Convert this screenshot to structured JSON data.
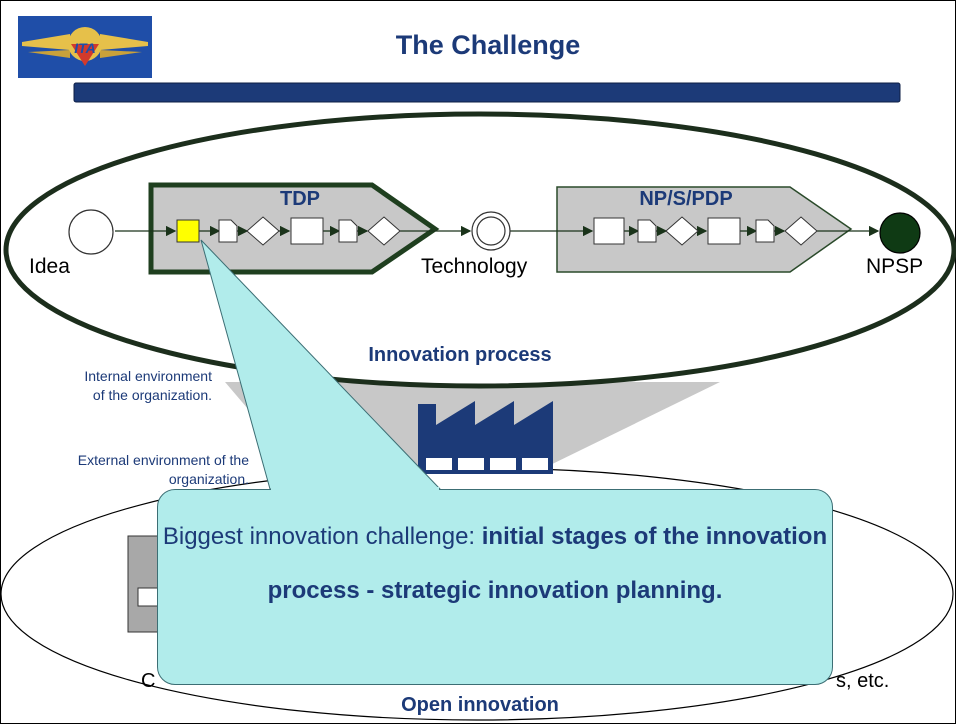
{
  "slide": {
    "title": "The Challenge",
    "logo_icon": "ita-winged-emblem-icon"
  },
  "process": {
    "stages": {
      "start": "Idea",
      "middle": "Technology",
      "end": "NPSP"
    },
    "phase_1": "TDP",
    "phase_2": "NP/S/PDP",
    "label": "Innovation process"
  },
  "environment": {
    "internal": [
      "Internal environment",
      "of the organization."
    ],
    "external": [
      "External environment of the",
      "organization."
    ],
    "factory_icon": "factory-icon",
    "open_innovation": "Open innovation",
    "partial_left": "C",
    "partial_right": "s, etc."
  },
  "callout": {
    "prefix": "Biggest innovation challenge: ",
    "emphasis": "initial stages of the innovation process - strategic innovation planning."
  },
  "colors": {
    "title_blue": "#1c3a78",
    "bar_navy": "#1c3a78",
    "process_green": "#1f3f1f",
    "callout_fill": "#b1eceb",
    "highlight_yellow": "#ffff00",
    "arrow_fill": "#c8c8c8"
  }
}
